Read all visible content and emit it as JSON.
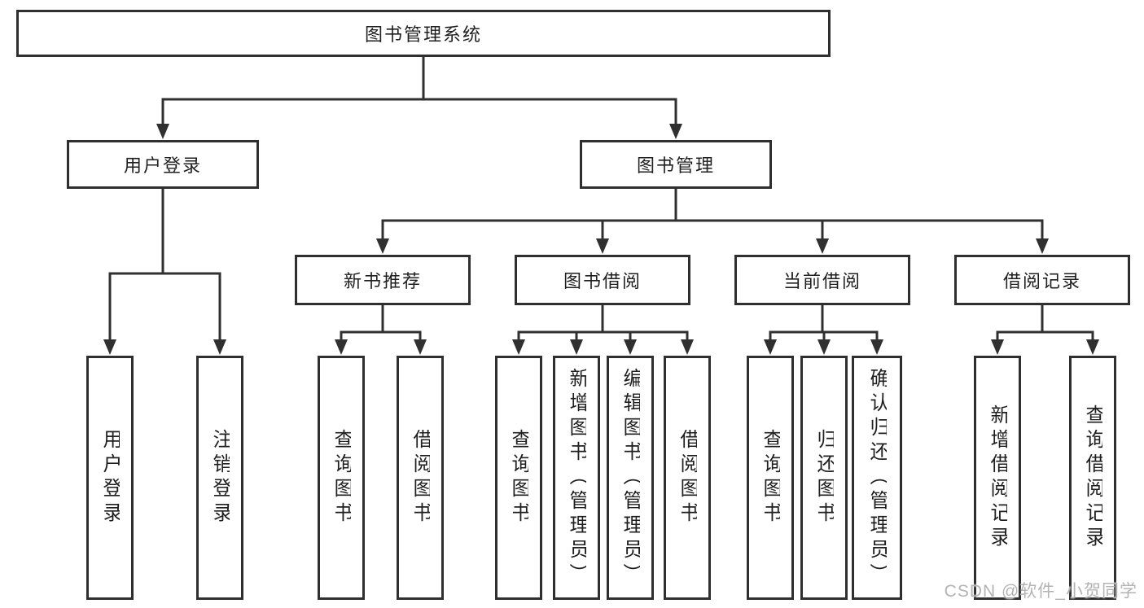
{
  "diagram": {
    "type": "tree",
    "orientation": "top-down",
    "line_color": "#303030",
    "box_border_color": "#2f2f2f",
    "text_color": "#1f1f1f",
    "tree": {
      "label": "图书管理系统",
      "children": [
        {
          "label": "用户登录",
          "children": [
            {
              "label": "用户登录"
            },
            {
              "label": "注销登录"
            }
          ]
        },
        {
          "label": "图书管理",
          "children": [
            {
              "label": "新书推荐",
              "children": [
                {
                  "label": "查询图书"
                },
                {
                  "label": "借阅图书"
                }
              ]
            },
            {
              "label": "图书借阅",
              "children": [
                {
                  "label": "查询图书"
                },
                {
                  "label": "新增图书（管理员）"
                },
                {
                  "label": "编辑图书（管理员）"
                },
                {
                  "label": "借阅图书"
                }
              ]
            },
            {
              "label": "当前借阅",
              "children": [
                {
                  "label": "查询图书"
                },
                {
                  "label": "归还图书"
                },
                {
                  "label": "确认归还（管理员）"
                }
              ]
            },
            {
              "label": "借阅记录",
              "children": [
                {
                  "label": "新增借阅记录"
                },
                {
                  "label": "查询借阅记录"
                }
              ]
            }
          ]
        }
      ]
    }
  },
  "watermark": {
    "text": "CSDN @软件_小贺同学",
    "color": "#b3b3b3"
  }
}
